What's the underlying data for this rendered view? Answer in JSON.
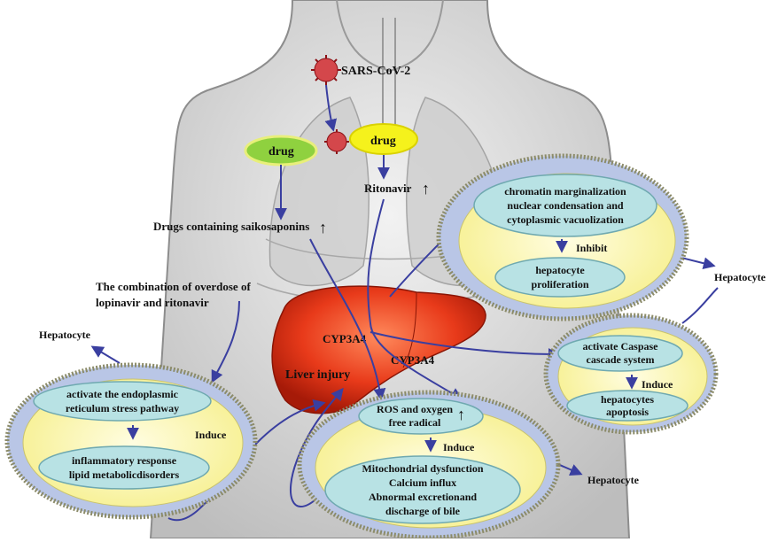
{
  "colors": {
    "arrow": "#3a3fa0",
    "cell_outer": "#b9c6e6",
    "cell_inner": "#fbf7b4",
    "organelle": "#b8e2e4",
    "liver": "#e83a1a",
    "drug_green": "#8fd13f",
    "drug_yellow": "#f5f21c",
    "virus": "#c2272d"
  },
  "labels": {
    "virus": "SARS-CoV-2",
    "drug_left": "drug",
    "drug_right": "drug",
    "ritonavir": "Ritonavir",
    "saikosaponins": "Drugs containing saikosaponins",
    "combination_line1": "The combination of  overdose of",
    "combination_line2": "lopinavir and ritonavir",
    "cyp_left": "CYP3A4",
    "cyp_right": "CYP3A4",
    "liver_injury": "Liver injury"
  },
  "cells": {
    "top_right": {
      "box1_line1": "chromatin marginalization",
      "box1_line2": "nuclear condensation and",
      "box1_line3": "cytoplasmic vacuolization",
      "relation": "Inhibit",
      "box2_line1": "hepatocyte",
      "box2_line2": "proliferation",
      "hepatocyte": "Hepatocyte"
    },
    "mid_right": {
      "box1_line1": "activate Caspase",
      "box1_line2": "cascade system",
      "relation": "Induce",
      "box2_line1": "hepatocytes",
      "box2_line2": "apoptosis"
    },
    "left": {
      "hepatocyte": "Hepatocyte",
      "box1_line1": "activate the endoplasmic",
      "box1_line2": "reticulum stress pathway",
      "relation": "Induce",
      "box2_line1": "inflammatory response",
      "box2_line2": "lipid metabolicdisorders"
    },
    "bottom": {
      "box1_line1": "ROS and oxygen",
      "box1_line2": "free radical",
      "relation": "Induce",
      "box2_line1": "Mitochondrial dysfunction",
      "box2_line2": "Calcium influx",
      "box2_line3": "Abnormal  excretionand",
      "box2_line4": "discharge of bile",
      "hepatocyte": "Hepatocyte"
    }
  }
}
